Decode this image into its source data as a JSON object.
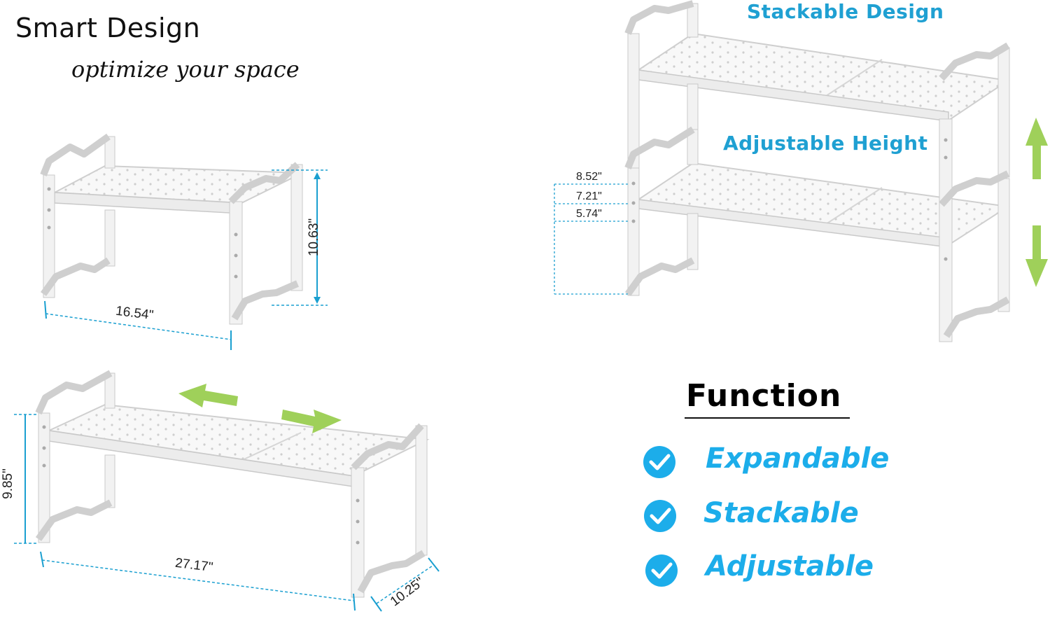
{
  "header": {
    "title": "Smart Design",
    "subtitle": "optimize your space"
  },
  "shelf_single": {
    "width_label": "16.54\"",
    "height_label": "10.63\""
  },
  "shelf_expanded": {
    "height_label": "9.85\"",
    "width_label": "27.17\"",
    "depth_label": "10.25\""
  },
  "stack": {
    "stackable_heading": "Stackable Design",
    "adjustable_heading": "Adjustable Height",
    "height_options": [
      "8.52\"",
      "7.21\"",
      "5.74\""
    ]
  },
  "function": {
    "title": "Function",
    "features": [
      "Expandable",
      "Stackable",
      "Adjustable"
    ]
  },
  "colors": {
    "accent_blue": "#1cadea",
    "arrow_green": "#9fd05a",
    "shelf_white": "#f7f7f7",
    "shelf_outline": "#c9c9c9"
  },
  "icons": [
    "check-circle-icon",
    "arrow-left-icon",
    "arrow-right-icon",
    "arrow-up-icon",
    "arrow-down-icon"
  ]
}
